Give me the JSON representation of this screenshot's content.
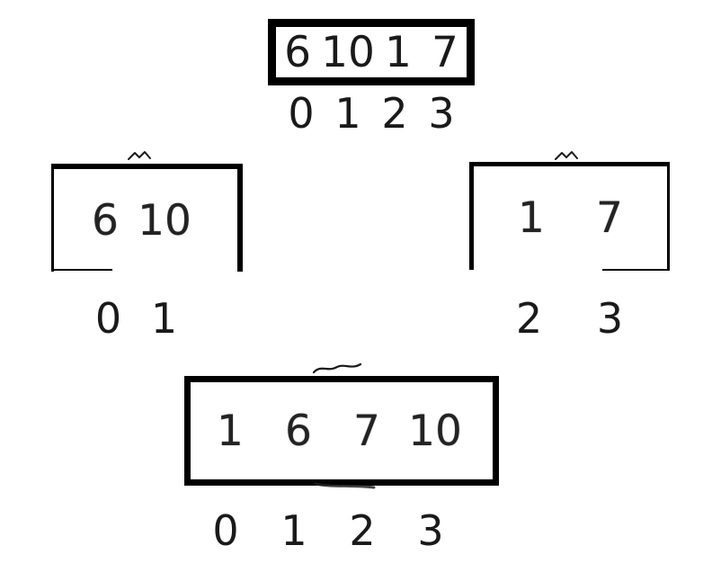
{
  "diagram": {
    "colors": {
      "border": "#000000",
      "text": "#1a1a1a",
      "background": "#ffffff"
    },
    "input": {
      "values": [
        "6",
        "10",
        "1",
        "7"
      ],
      "indices": [
        "0",
        "1",
        "2",
        "3"
      ]
    },
    "left": {
      "values": [
        "6",
        "10"
      ],
      "indices": [
        "0",
        "1"
      ]
    },
    "right": {
      "values": [
        "1",
        "7"
      ],
      "indices": [
        "2",
        "3"
      ]
    },
    "merged": {
      "values": [
        "1",
        "6",
        "7",
        "10"
      ],
      "indices": [
        "0",
        "1",
        "2",
        "3"
      ]
    },
    "icons": {
      "left_top_mark": "squiggle-arrow-remnant",
      "right_top_mark": "squiggle-arrow-remnant",
      "merged_top_mark": "squiggle-arrow-remnant",
      "merged_bottom_mark": "smudge-arrow-remnant"
    }
  }
}
